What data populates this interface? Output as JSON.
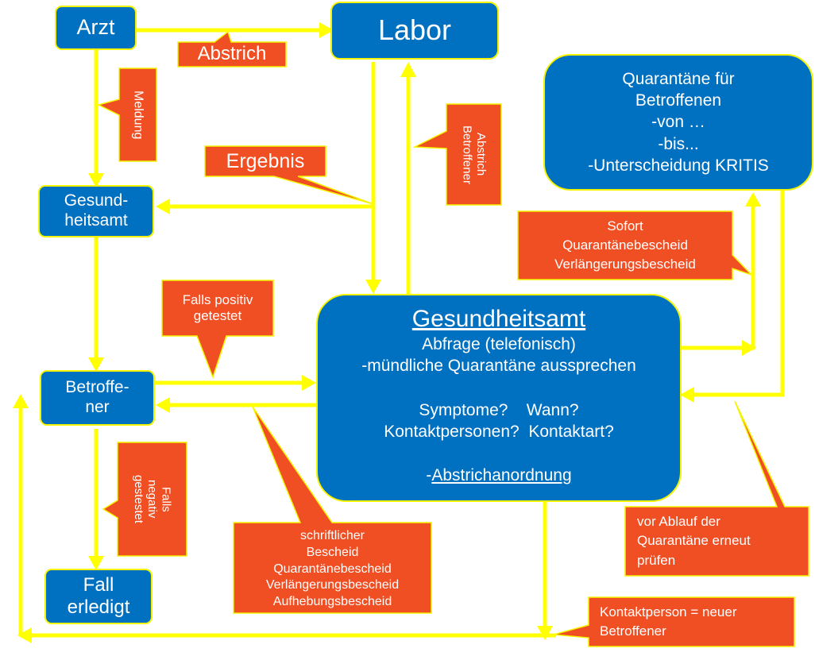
{
  "nodes": {
    "arzt": "Arzt",
    "labor": "Labor",
    "gesundheitsamt_small": "Gesund-\nheitsamt",
    "betroffener": "Betroffe-\nner",
    "fall_erledigt": "Fall\nerledigt",
    "quarantaene": {
      "line1": "Quarantäne für",
      "line2": "Betroffenen",
      "line3": "-von …",
      "line4": "-bis...",
      "line5": "-Unterscheidung KRITIS"
    },
    "gesundheitsamt_main": {
      "title": "Gesundheitsamt",
      "line1": "Abfrage (telefonisch)",
      "line2": "-mündliche Quarantäne aussprechen",
      "line3": "Symptome?    Wann?",
      "line4": "Kontaktpersonen?  Kontaktart?",
      "line5_prefix": "-",
      "line5": "Abstrichanordnung"
    }
  },
  "callouts": {
    "abstrich": "Abstrich",
    "meldung": "Meldung",
    "ergebnis": "Ergebnis",
    "abstrich_betroffener": "Abstrich\nBetroffener",
    "sofort": "Sofort\nQuarantänebescheid\nVerlängerungsbescheid",
    "falls_positiv": "Falls positiv\ngetestet",
    "falls_negativ": "Falls\nnegativ\ngestestet",
    "schriftlicher": "schriftlicher\nBescheid\nQuarantänebescheid\nVerlängerungsbescheid\nAufhebungsbescheid",
    "vor_ablauf": "vor Ablauf der\nQuarantäne erneut\nprüfen",
    "kontaktperson": "Kontaktperson = neuer\nBetroffener"
  },
  "colors": {
    "node_fill": "#0070c0",
    "callout_fill": "#f04e23",
    "arrow": "#ffff00",
    "border": "#f4f400"
  }
}
